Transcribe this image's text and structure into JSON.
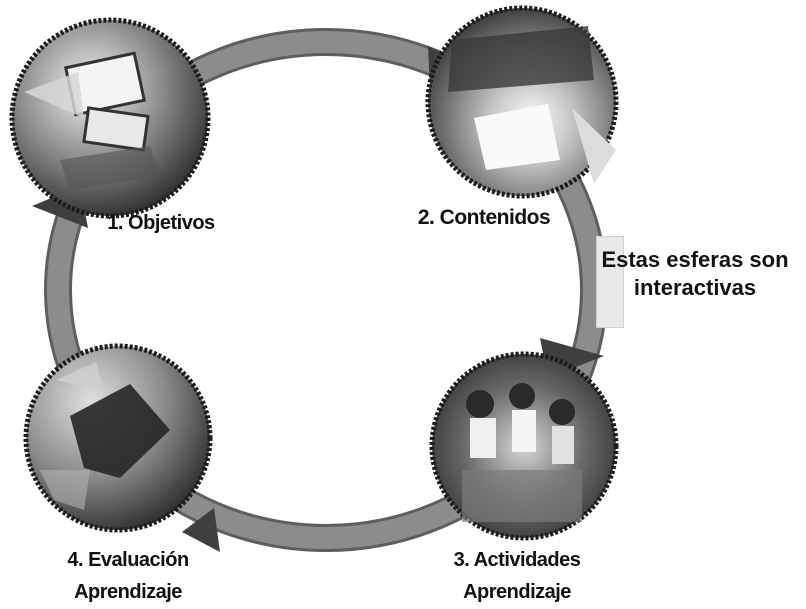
{
  "colors": {
    "ring": "#8c8c8c",
    "ring_edge": "#5e5e5e",
    "arrow": "#3f3f3f",
    "sphere_dark": "#2c2c2c",
    "sphere_light": "#cfcfcf"
  },
  "spheres": [
    {
      "id": "objetivos",
      "label": "1. Objetivos",
      "label_line2": ""
    },
    {
      "id": "contenidos",
      "label": "2. Contenidos",
      "label_line2": ""
    },
    {
      "id": "actividades",
      "label": "3. Actividades",
      "label_line2": "Aprendizaje"
    },
    {
      "id": "evaluacion",
      "label": "4. Evaluación",
      "label_line2": "Aprendizaje"
    }
  ],
  "note": {
    "line1": "Estas esferas son",
    "line2": "interactivas"
  }
}
